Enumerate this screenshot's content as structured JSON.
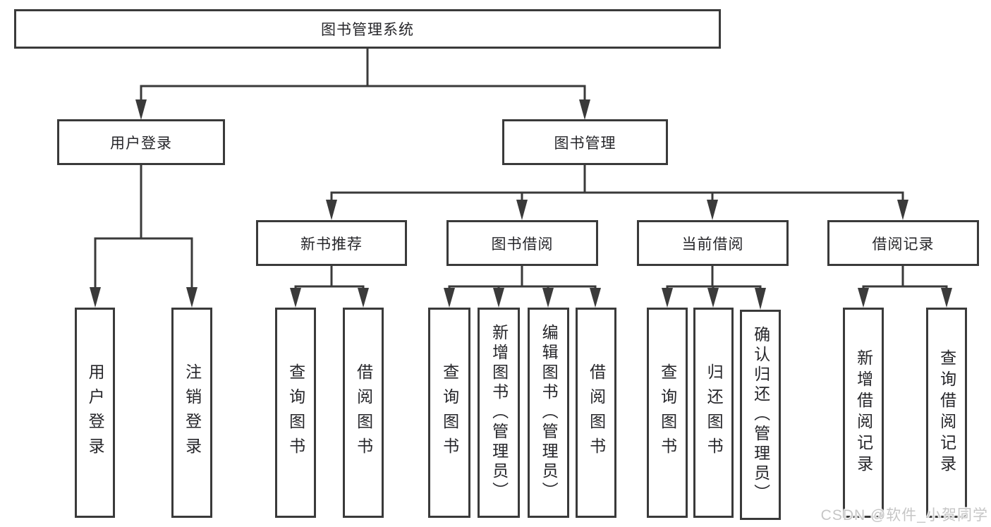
{
  "diagram": {
    "root": {
      "label": "图书管理系统"
    },
    "branches": [
      {
        "label": "用户登录",
        "children": [
          {
            "label": "用户登录"
          },
          {
            "label": "注销登录"
          }
        ]
      },
      {
        "label": "图书管理",
        "children": [
          {
            "label": "新书推荐",
            "children": [
              {
                "label": "查询图书"
              },
              {
                "label": "借阅图书"
              }
            ]
          },
          {
            "label": "图书借阅",
            "children": [
              {
                "label": "查询图书"
              },
              {
                "label": "新增图书（管理员）"
              },
              {
                "label": "编辑图书（管理员）"
              },
              {
                "label": "借阅图书"
              }
            ]
          },
          {
            "label": "当前借阅",
            "children": [
              {
                "label": "查询图书"
              },
              {
                "label": "归还图书"
              },
              {
                "label": "确认归还（管理员）"
              }
            ]
          },
          {
            "label": "借阅记录",
            "children": [
              {
                "label": "新增借阅记录"
              },
              {
                "label": "查询借阅记录"
              }
            ]
          }
        ]
      }
    ]
  },
  "watermark": {
    "text": "CSDN @软件_小贺同学"
  },
  "colors": {
    "line": "#3a3a3a",
    "text": "#26262a",
    "box_background": "#ffffff",
    "watermark": "#c6c6c6",
    "background": "#ffffff"
  }
}
